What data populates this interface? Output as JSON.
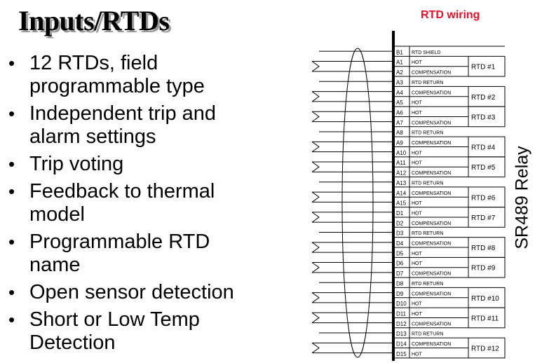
{
  "slide": {
    "title": "Inputs/RTDs",
    "bullets": [
      "12 RTDs, field\nprogrammable type",
      "Independent trip and\nalarm settings",
      "Trip voting",
      "Feedback to thermal\nmodel",
      "Programmable RTD\nname",
      "Open sensor detection",
      "Short or Low Temp\nDetection"
    ]
  },
  "diagram": {
    "caption": "RTD wiring",
    "relay_label": "SR489 Relay",
    "terminals": [
      {
        "id": "B1",
        "fn": "RTD SHIELD"
      },
      {
        "id": "A1",
        "fn": "HOT"
      },
      {
        "id": "A2",
        "fn": "COMPENSATION"
      },
      {
        "id": "A3",
        "fn": "RTD RETURN"
      },
      {
        "id": "A4",
        "fn": "COMPENSATION"
      },
      {
        "id": "A5",
        "fn": "HOT"
      },
      {
        "id": "A6",
        "fn": "HOT"
      },
      {
        "id": "A7",
        "fn": "COMPENSATION"
      },
      {
        "id": "A8",
        "fn": "RTD RETURN"
      },
      {
        "id": "A9",
        "fn": "COMPENSATION"
      },
      {
        "id": "A10",
        "fn": "HOT"
      },
      {
        "id": "A11",
        "fn": "HOT"
      },
      {
        "id": "A12",
        "fn": "COMPENSATION"
      },
      {
        "id": "A13",
        "fn": "RTD RETURN"
      },
      {
        "id": "A14",
        "fn": "COMPENSATION"
      },
      {
        "id": "A15",
        "fn": "HOT"
      },
      {
        "id": "D1",
        "fn": "HOT"
      },
      {
        "id": "D2",
        "fn": "COMPENSATION"
      },
      {
        "id": "D3",
        "fn": "RTD RETURN"
      },
      {
        "id": "D4",
        "fn": "COMPENSATION"
      },
      {
        "id": "D5",
        "fn": "HOT"
      },
      {
        "id": "D6",
        "fn": "HOT"
      },
      {
        "id": "D7",
        "fn": "COMPENSATION"
      },
      {
        "id": "D8",
        "fn": "RTD RETURN"
      },
      {
        "id": "D9",
        "fn": "COMPENSATION"
      },
      {
        "id": "D10",
        "fn": "HOT"
      },
      {
        "id": "D11",
        "fn": "HOT"
      },
      {
        "id": "D12",
        "fn": "COMPENSATION"
      },
      {
        "id": "D13",
        "fn": "RTD RETURN"
      },
      {
        "id": "D14",
        "fn": "COMPENSATION"
      },
      {
        "id": "D15",
        "fn": "HOT"
      }
    ],
    "rtd_groups": [
      {
        "label": "RTD #1",
        "rows": [
          1,
          2
        ]
      },
      {
        "label": "RTD #2",
        "rows": [
          4,
          5
        ]
      },
      {
        "label": "RTD #3",
        "rows": [
          6,
          7
        ]
      },
      {
        "label": "RTD #4",
        "rows": [
          9,
          10
        ]
      },
      {
        "label": "RTD #5",
        "rows": [
          11,
          12
        ]
      },
      {
        "label": "RTD #6",
        "rows": [
          14,
          15
        ]
      },
      {
        "label": "RTD #7",
        "rows": [
          16,
          17
        ]
      },
      {
        "label": "RTD #8",
        "rows": [
          19,
          20
        ]
      },
      {
        "label": "RTD #9",
        "rows": [
          21,
          22
        ]
      },
      {
        "label": "RTD #10",
        "rows": [
          24,
          25
        ]
      },
      {
        "label": "RTD #11",
        "rows": [
          26,
          27
        ]
      },
      {
        "label": "RTD #12",
        "rows": [
          29,
          30
        ]
      }
    ]
  }
}
